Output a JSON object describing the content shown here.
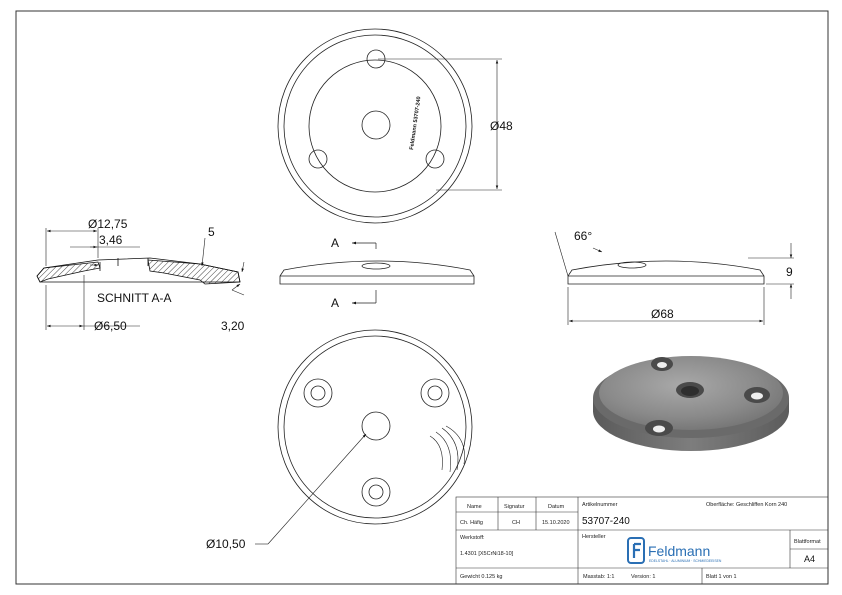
{
  "dimensions": {
    "diameter_48": "48",
    "diameter_12_75": "12,75",
    "depth_3_46": "3,46",
    "dim_5": "5",
    "section_label": "SCHNITT A-A",
    "diameter_6_50": "6,50",
    "thickness_3_20": "3,20",
    "angle_66": "66°",
    "height_9": "9",
    "diameter_68": "68",
    "diameter_10_50": "10,50",
    "section_marker": "A",
    "diameter_symbol": "Ø"
  },
  "engraving": "Feldmann 53707-240",
  "title_block": {
    "col_name": "Name",
    "col_signature": "Signatur",
    "col_date": "Datum",
    "name": "Ch. Häfig",
    "signature": "CH",
    "date": "15.10.2020",
    "article_label": "Artikelnummer",
    "article_number": "53707-240",
    "surface_label": "Oberfläche:",
    "surface_value": "Geschliffen Korn 240",
    "material_label": "Werkstoff:",
    "material_value": "1.4301 [X5CrNi18-10]",
    "manufacturer_label": "Hersteller",
    "logo_text": "Feldmann",
    "logo_tagline": "EDELSTAHL · ALUMINIUM · SCHMIEDEEISEN",
    "sheet_format_label": "Blattformat",
    "sheet_format": "A4",
    "weight": "Gewicht 0.125 kg",
    "scale": "Masstab: 1:1",
    "version": "Version: 1",
    "sheet": "Blatt 1 von 1"
  }
}
